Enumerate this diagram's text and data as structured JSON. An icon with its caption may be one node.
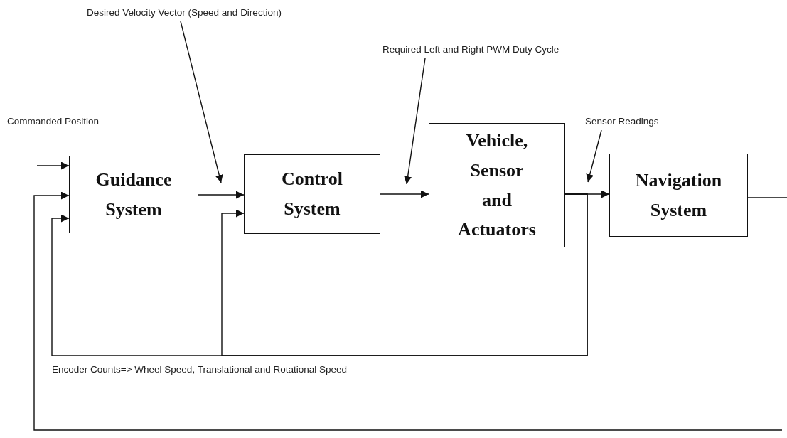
{
  "diagram": {
    "nodes": [
      {
        "text": [
          "Guidance System"
        ]
      },
      {
        "text": [
          "Control System"
        ]
      },
      {
        "text": [
          "Vehicle, Sensor and Actuators"
        ]
      },
      {
        "text": [
          "Navigation System"
        ]
      },
      {
        "text": [
          "Desired Velocity Vector (Speed and Direction)"
        ]
      },
      {
        "text": [
          "Required Left and Right PWM Duty Cycle"
        ]
      },
      {
        "text": [
          "Sensor Readings"
        ]
      }
    ],
    "edges": [
      {
        "from": null,
        "to": 0,
        "arrow": "to"
      },
      {
        "from": 0,
        "to": 1,
        "arrow": "to"
      },
      {
        "from": 1,
        "to": 2,
        "arrow": "to"
      },
      {
        "from": 2,
        "to": 3,
        "arrow": "to"
      },
      {
        "from": 3,
        "to": null,
        "arrow": "none"
      },
      {
        "from": 2,
        "to": 0,
        "arrow": "to"
      },
      {
        "from": 2,
        "to": 1,
        "arrow": "to"
      },
      {
        "from": null,
        "to": 0,
        "arrow": "to"
      },
      {
        "from": 4,
        "to": null,
        "arrow": "to"
      },
      {
        "from": 5,
        "to": null,
        "arrow": "to"
      },
      {
        "from": 6,
        "to": null,
        "arrow": "to"
      }
    ],
    "labels": [
      "Commanded Position",
      "Encoder Counts=> Wheel Speed, Translational and Rotational Speed"
    ]
  }
}
